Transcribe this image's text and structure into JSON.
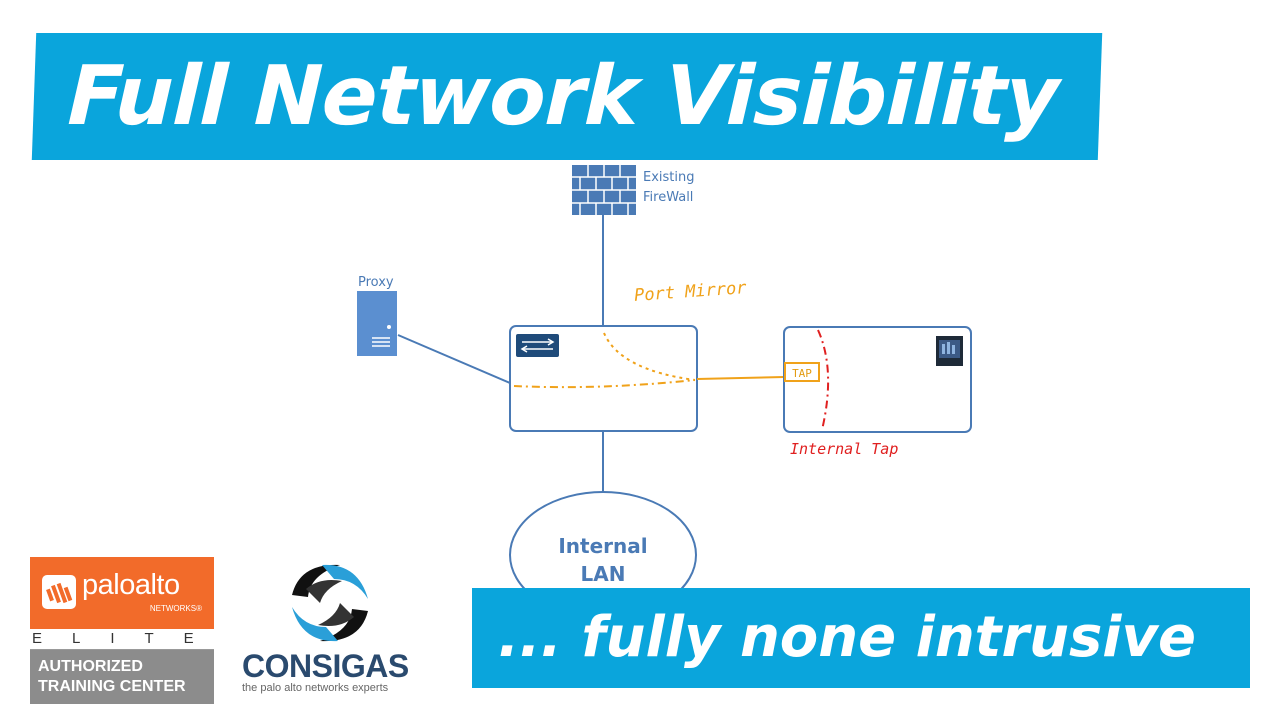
{
  "title": "Full Network Visibility",
  "subtitle": "... fully none intrusive",
  "diagram": {
    "firewall_label": [
      "Existing",
      "FireWall"
    ],
    "proxy_label": "Proxy",
    "lan_label": [
      "Internal",
      "LAN"
    ],
    "annotations": {
      "port_mirror": "Port Mirror",
      "tap": "TAP",
      "internal_tap": "Internal Tap"
    }
  },
  "logos": {
    "paloalto": {
      "name": "paloalto",
      "networks": "NETWORKS®",
      "tier": "ELITE",
      "line1": "AUTHORIZED",
      "line2": "TRAINING CENTER"
    },
    "consigas": {
      "name": "CONSIGAS",
      "tagline": "the palo alto networks experts"
    }
  },
  "colors": {
    "banner": "#0aa5dc",
    "diagram_line": "#4a7ab5",
    "port_mirror": "#f0a21a",
    "internal_tap": "#e02020",
    "paloalto_orange": "#f26b2a"
  }
}
